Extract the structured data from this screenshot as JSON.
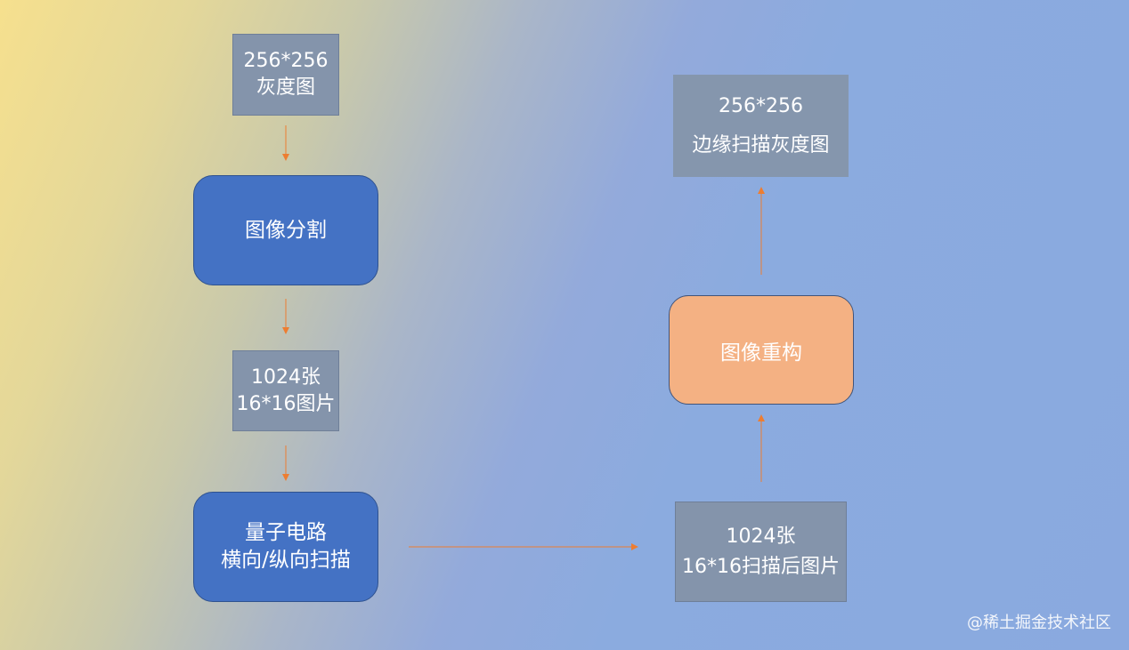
{
  "nodes": {
    "input": {
      "line1": "256*256",
      "line2": "灰度图"
    },
    "segment": {
      "label": "图像分割"
    },
    "tiles": {
      "line1": "1024张",
      "line2": "16*16图片"
    },
    "circuit": {
      "line1": "量子电路",
      "line2": "横向/纵向扫描"
    },
    "scanned": {
      "line1": "1024张",
      "line2": "16*16扫描后图片"
    },
    "reconstruct": {
      "label": "图像重构"
    },
    "output": {
      "line1": "256*256",
      "line2": "边缘扫描灰度图"
    }
  },
  "watermark": "@稀土掘金技术社区",
  "colors": {
    "box_gray": "#8494ab",
    "box_blue": "#4472c4",
    "box_orange": "#f4b183",
    "arrow": "#ed7d31"
  }
}
